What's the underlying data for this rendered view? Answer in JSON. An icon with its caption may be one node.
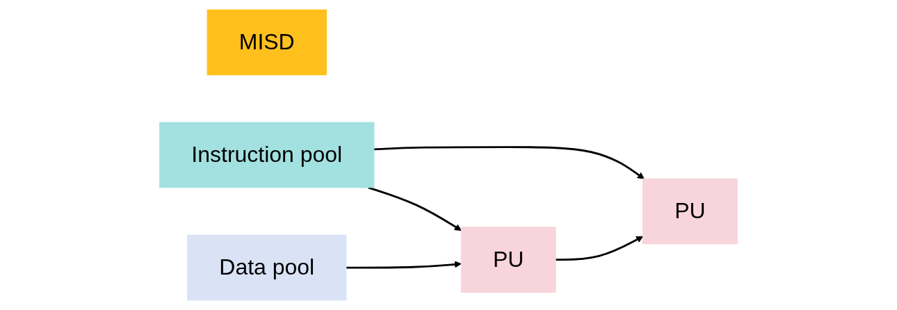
{
  "diagram": {
    "nodes": [
      {
        "text": [
          "MISD"
        ]
      },
      {
        "text": [
          "Instruction pool"
        ]
      },
      {
        "text": [
          "Data pool"
        ]
      },
      {
        "text": [
          "PU"
        ]
      },
      {
        "text": [
          "PU"
        ]
      }
    ],
    "edges": [
      {
        "from": 1,
        "to": 3,
        "arrow": "to"
      },
      {
        "from": 1,
        "to": 4,
        "arrow": "to"
      },
      {
        "from": 2,
        "to": 3,
        "arrow": "to"
      },
      {
        "from": 3,
        "to": 4,
        "arrow": "to"
      }
    ]
  }
}
